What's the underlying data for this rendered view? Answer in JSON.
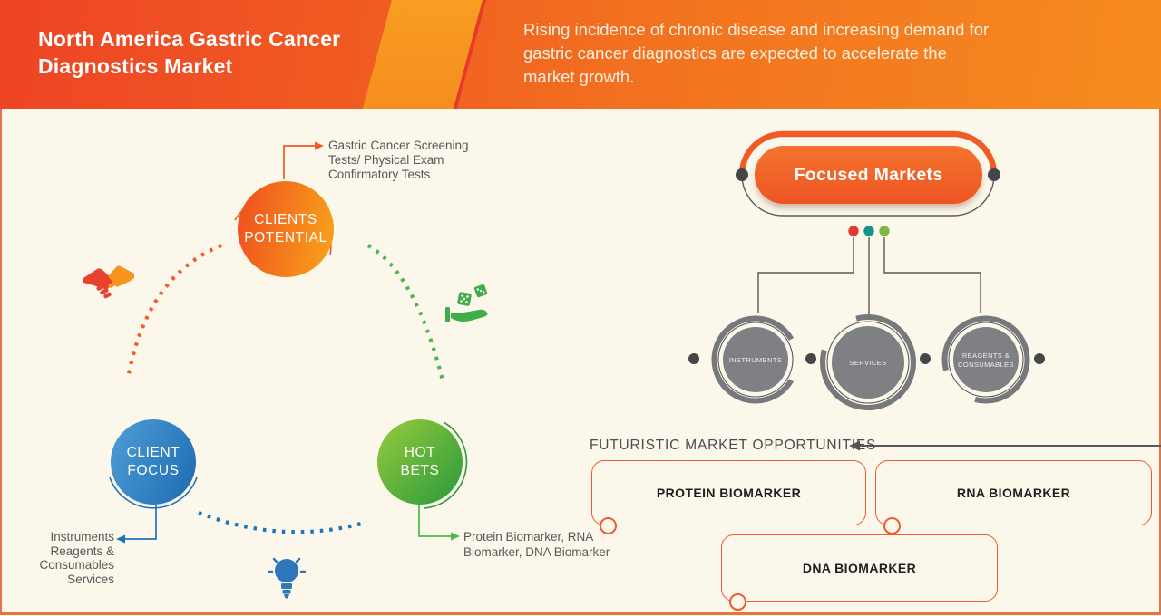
{
  "header": {
    "title_lines": [
      "North America Gastric Cancer",
      "Diagnostics Market"
    ],
    "description_lines": [
      "Rising incidence of chronic disease and increasing demand for",
      "gastric cancer diagnostics are expected to accelerate the",
      "market growth."
    ]
  },
  "strategy_map": {
    "clients_potential": {
      "label_lines": [
        "CLIENTS",
        "POTENTIAL"
      ],
      "annotation_lines": [
        "Gastric Cancer Screening",
        "Tests/ Physical Exam",
        "Confirmatory Tests"
      ]
    },
    "client_focus": {
      "label_lines": [
        "CLIENT",
        "FOCUS"
      ],
      "annotation_lines": [
        "Instruments",
        "Reagents &",
        "Consumables",
        "Services"
      ]
    },
    "hot_bets": {
      "label_lines": [
        "HOT",
        "BETS"
      ],
      "annotation_lines": [
        "Protein Biomarker, RNA",
        "Biomarker, DNA Biomarker"
      ]
    },
    "icons": [
      "handshake-icon",
      "dice-hand-icon",
      "lightbulb-icon"
    ]
  },
  "focused_markets": {
    "title": "Focused Markets",
    "segments": [
      {
        "lines": [
          "INSTRUMENTS"
        ]
      },
      {
        "lines": [
          "SERVICES"
        ]
      },
      {
        "lines": [
          "REAGENTS &",
          "CONSUMABLES"
        ]
      }
    ],
    "legend_dot_colors": [
      "#E23A2D",
      "#15928A",
      "#7CB747"
    ]
  },
  "opportunities": {
    "heading": "FUTURISTIC MARKET OPPORTUNITIES",
    "boxes": [
      "PROTEIN BIOMARKER",
      "RNA BIOMARKER",
      "DNA BIOMARKER"
    ]
  },
  "colors": {
    "header_gradient_left": "#EF4626",
    "header_gradient_right": "#F68B1F",
    "accent_orange": "#F15A24",
    "accent_blue": "#1B75BC",
    "accent_green": "#4DB848",
    "segment_gray": "#7F8083",
    "background": "#FBF7EB",
    "frame_border": "#E0744F"
  }
}
